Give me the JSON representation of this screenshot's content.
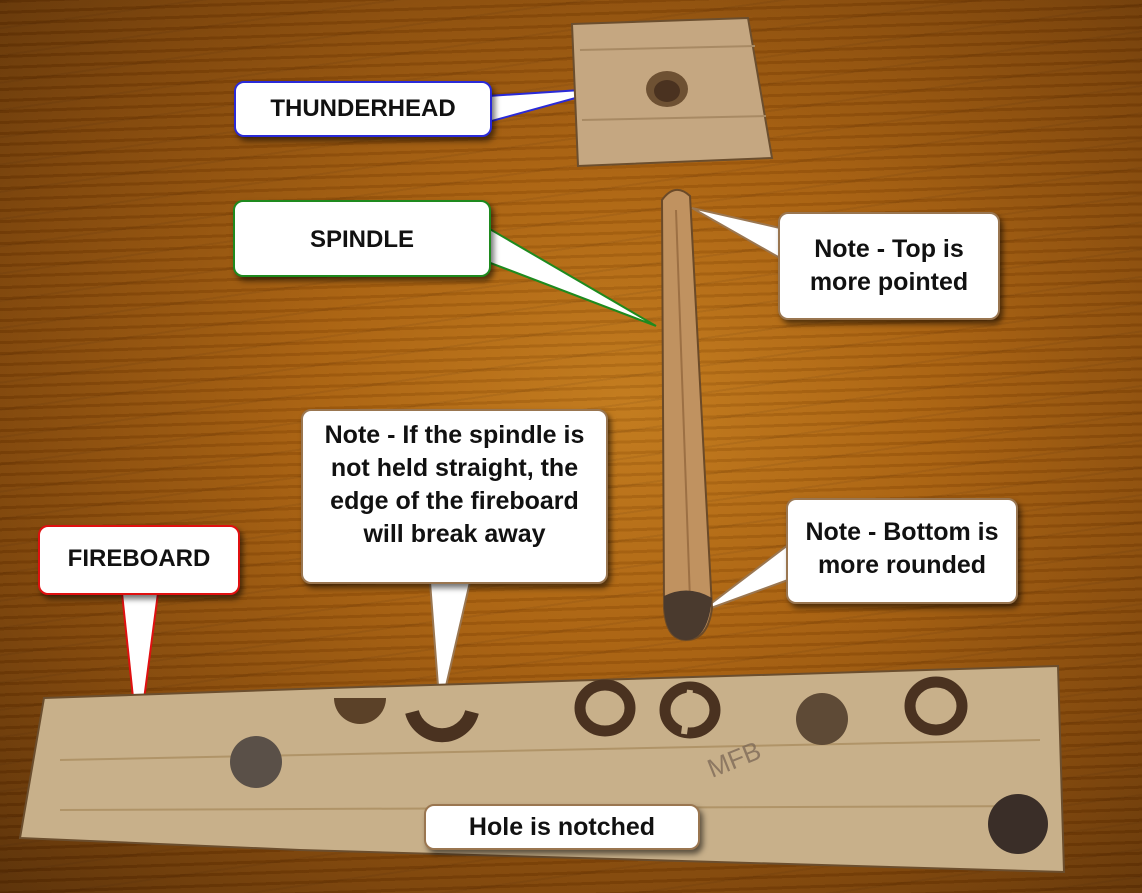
{
  "callouts": {
    "thunderhead": "THUNDERHEAD",
    "spindle": "SPINDLE",
    "fireboard": "FIREBOARD",
    "top_note": "Note - Top is more pointed",
    "bottom_note": "Note - Bottom is more rounded",
    "edge_note": "Note - If the spindle is not held straight, the edge of the fireboard will break away",
    "notch_note": "Hole is notched"
  },
  "board_marking": "MFB",
  "colors": {
    "table_wood": "#a8600f",
    "board_wood": "#c8b08a",
    "thunderhead_border": "#2a2ad8",
    "spindle_border": "#1e8a1e",
    "fireboard_border": "#e01010",
    "note_border": "#9a7650"
  }
}
